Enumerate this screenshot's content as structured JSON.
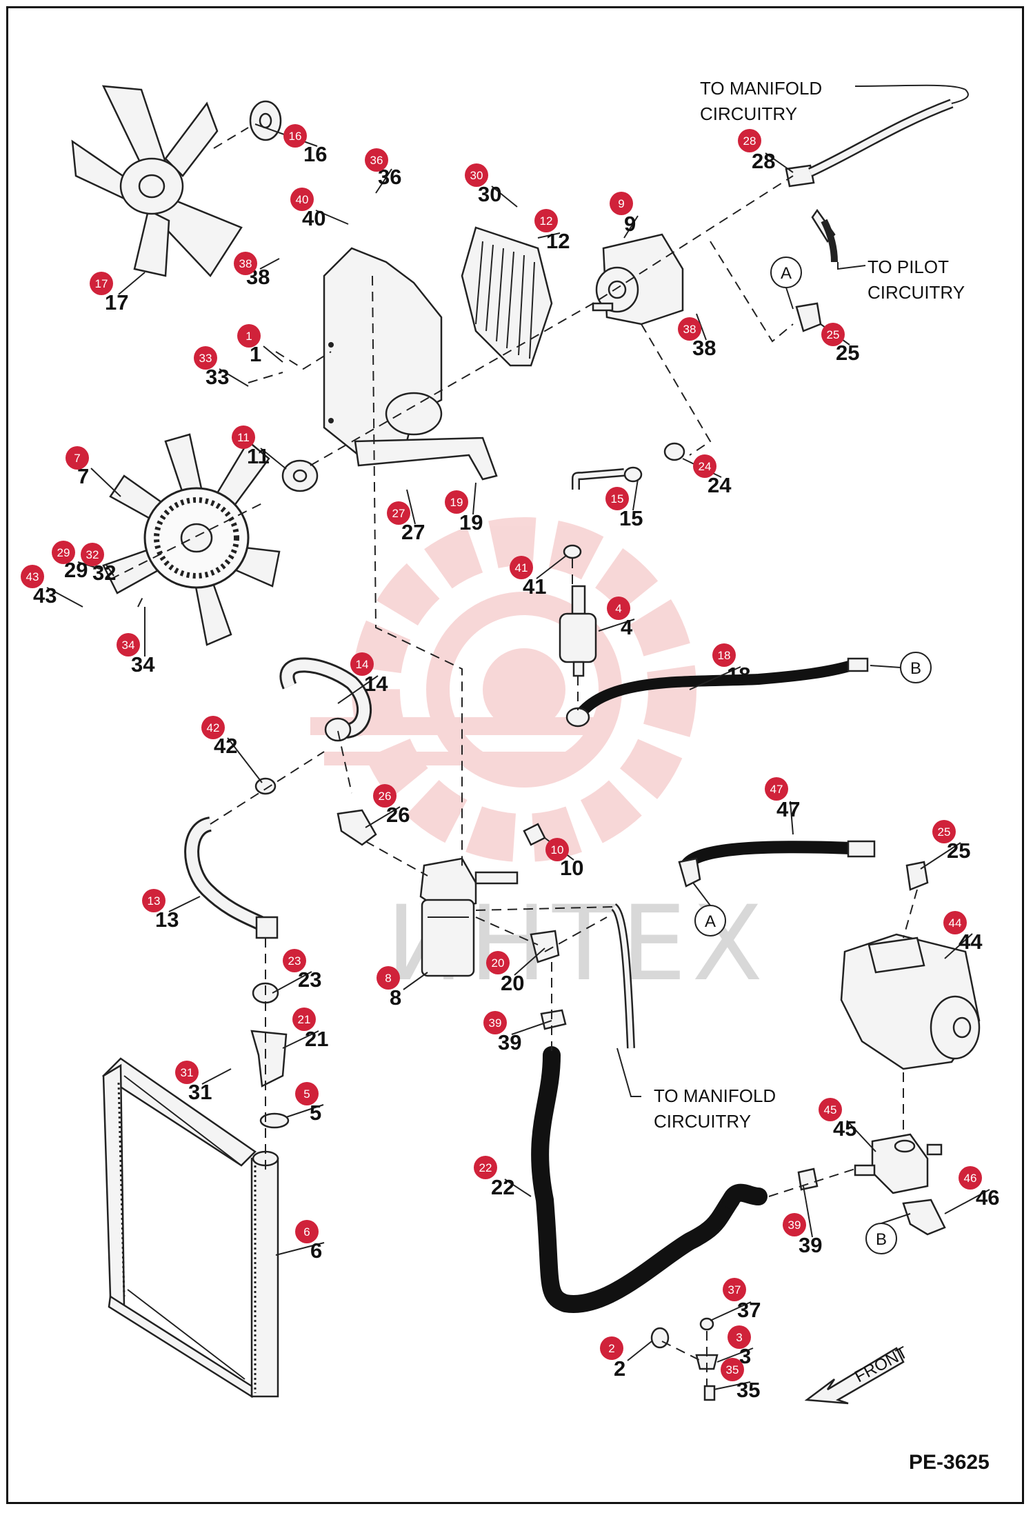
{
  "diagram": {
    "drawing_code": "PE-3625",
    "watermark": "ИНТЕХ",
    "colors": {
      "badge": "#d0223a",
      "line": "#222222",
      "watermark": "#f2b8b8"
    },
    "notes": [
      {
        "id": "manifold-top",
        "lines": [
          "TO MANIFOLD",
          "CIRCUITRY"
        ]
      },
      {
        "id": "pilot",
        "lines": [
          "TO PILOT",
          "CIRCUITRY"
        ]
      },
      {
        "id": "manifold-bottom",
        "lines": [
          "TO MANIFOLD",
          "CIRCUITRY"
        ]
      }
    ],
    "front_label": "FRONT",
    "refs": [
      "A",
      "B",
      "B",
      "A",
      "B"
    ],
    "callouts": [
      {
        "badge": "16",
        "num": "16"
      },
      {
        "badge": "36",
        "num": "36"
      },
      {
        "badge": "30",
        "num": "30"
      },
      {
        "badge": "40",
        "num": "40"
      },
      {
        "badge": "12",
        "num": "12"
      },
      {
        "badge": "9",
        "num": "9"
      },
      {
        "badge": "28",
        "num": "28"
      },
      {
        "badge": "38",
        "num": "38"
      },
      {
        "badge": "17",
        "num": "17"
      },
      {
        "badge": "1",
        "num": "1"
      },
      {
        "badge": "33",
        "num": "33"
      },
      {
        "badge": "38",
        "num": "38"
      },
      {
        "badge": "25",
        "num": "25"
      },
      {
        "badge": "11",
        "num": "11"
      },
      {
        "badge": "7",
        "num": "7"
      },
      {
        "badge": "24",
        "num": "24"
      },
      {
        "badge": "15",
        "num": "15"
      },
      {
        "badge": "27",
        "num": "27"
      },
      {
        "badge": "19",
        "num": "19"
      },
      {
        "badge": "29",
        "num": "29"
      },
      {
        "badge": "32",
        "num": "32"
      },
      {
        "badge": "43",
        "num": "43"
      },
      {
        "badge": "41",
        "num": "41"
      },
      {
        "badge": "4",
        "num": "4"
      },
      {
        "badge": "34",
        "num": "34"
      },
      {
        "badge": "14",
        "num": "14"
      },
      {
        "badge": "18",
        "num": "18"
      },
      {
        "badge": "42",
        "num": "42"
      },
      {
        "badge": "26",
        "num": "26"
      },
      {
        "badge": "47",
        "num": "47"
      },
      {
        "badge": "10",
        "num": "10"
      },
      {
        "badge": "25",
        "num": "25"
      },
      {
        "badge": "13",
        "num": "13"
      },
      {
        "badge": "44",
        "num": "44"
      },
      {
        "badge": "23",
        "num": "23"
      },
      {
        "badge": "20",
        "num": "20"
      },
      {
        "badge": "8",
        "num": "8"
      },
      {
        "badge": "21",
        "num": "21"
      },
      {
        "badge": "39",
        "num": "39"
      },
      {
        "badge": "31",
        "num": "31"
      },
      {
        "badge": "5",
        "num": "5"
      },
      {
        "badge": "45",
        "num": "45"
      },
      {
        "badge": "22",
        "num": "22"
      },
      {
        "badge": "46",
        "num": "46"
      },
      {
        "badge": "6",
        "num": "6"
      },
      {
        "badge": "39",
        "num": "39"
      },
      {
        "badge": "37",
        "num": "37"
      },
      {
        "badge": "2",
        "num": "2"
      },
      {
        "badge": "3",
        "num": "3"
      },
      {
        "badge": "35",
        "num": "35"
      }
    ]
  }
}
